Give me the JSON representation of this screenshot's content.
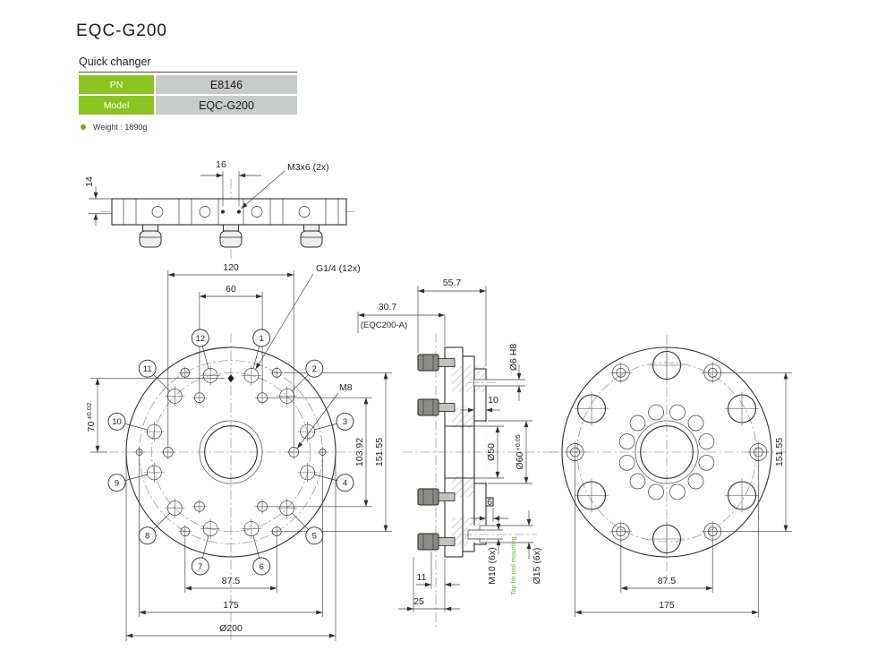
{
  "header": {
    "title": "EQC-G200",
    "subtitle": "Quick changer"
  },
  "spec_table": {
    "rows": [
      {
        "label": "PN",
        "value": "E8146"
      },
      {
        "label": "Model",
        "value": "EQC-G200"
      }
    ]
  },
  "weight_note": "Weight : 1890g",
  "colors": {
    "accent_green": "#8bc320",
    "cell_gray": "#c8ccc8",
    "note_green": "#6fae1b",
    "line": "#2d2d2d"
  },
  "views": {
    "top": {
      "dim_16": "16",
      "dim_14": "14",
      "label_m3": "M3x6 (2x)"
    },
    "front": {
      "dim_120": "120",
      "dim_60": "60",
      "label_g14": "G1/4 (12x)",
      "label_m8": "M8",
      "dim_70": "70",
      "tol_70": "±0.02",
      "dim_103_92": "103.92",
      "dim_151_55": "151.55",
      "dim_87_5": "87.5",
      "dim_175": "175",
      "dim_200": "Ø200",
      "balloons": [
        "1",
        "2",
        "3",
        "4",
        "5",
        "6",
        "7",
        "8",
        "9",
        "10",
        "11",
        "12"
      ]
    },
    "section": {
      "dim_55_7": "55.7",
      "dim_30_7": "30.7",
      "label_eqc": "(EQC200-A)",
      "dim_d6": "Ø6 H8",
      "dim_10": "10",
      "dim_d50": "Ø50",
      "dim_d60": "Ø60",
      "tol_d60": "+0.05",
      "dim_6": "6",
      "dim_11": "11",
      "dim_25": "25",
      "dim_m10": "M10 (6x)",
      "dim_d15": "Ø15 (6x)",
      "note_tap": "Tap for tool mounting"
    },
    "right": {
      "dim_151_55": "151.55",
      "dim_87_5": "87.5",
      "dim_175": "175"
    }
  }
}
